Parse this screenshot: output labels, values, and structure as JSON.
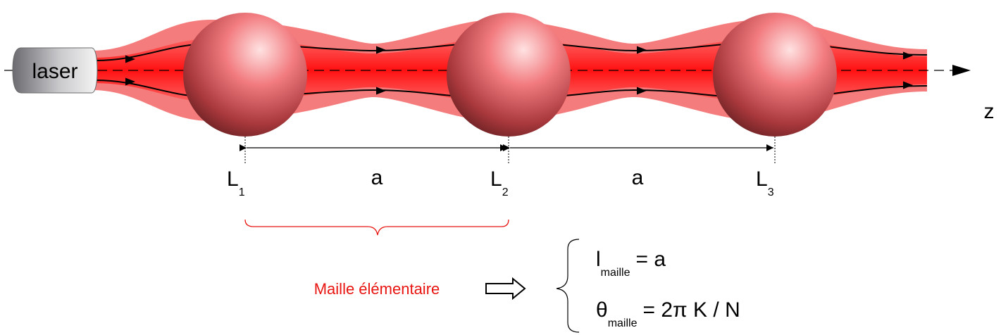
{
  "source": {
    "label": "laser"
  },
  "axis": {
    "label": "z"
  },
  "lenses": [
    {
      "label": "L",
      "index": "1"
    },
    {
      "label": "L",
      "index": "2"
    },
    {
      "label": "L",
      "index": "3"
    }
  ],
  "spacings": [
    {
      "label": "a"
    },
    {
      "label": "a"
    }
  ],
  "cell": {
    "label": "Maille élémentaire"
  },
  "equations": [
    {
      "symbol": "l",
      "sub": "maille",
      "rhs": "= a"
    },
    {
      "symbol": "θ",
      "sub": "maille",
      "rhs": "= 2π K / N"
    }
  ],
  "colors": {
    "beam": "#ff1a1a",
    "beam_halo": "#f46e6e",
    "lens": "#f06a6e",
    "cell_label": "#e8140f"
  }
}
